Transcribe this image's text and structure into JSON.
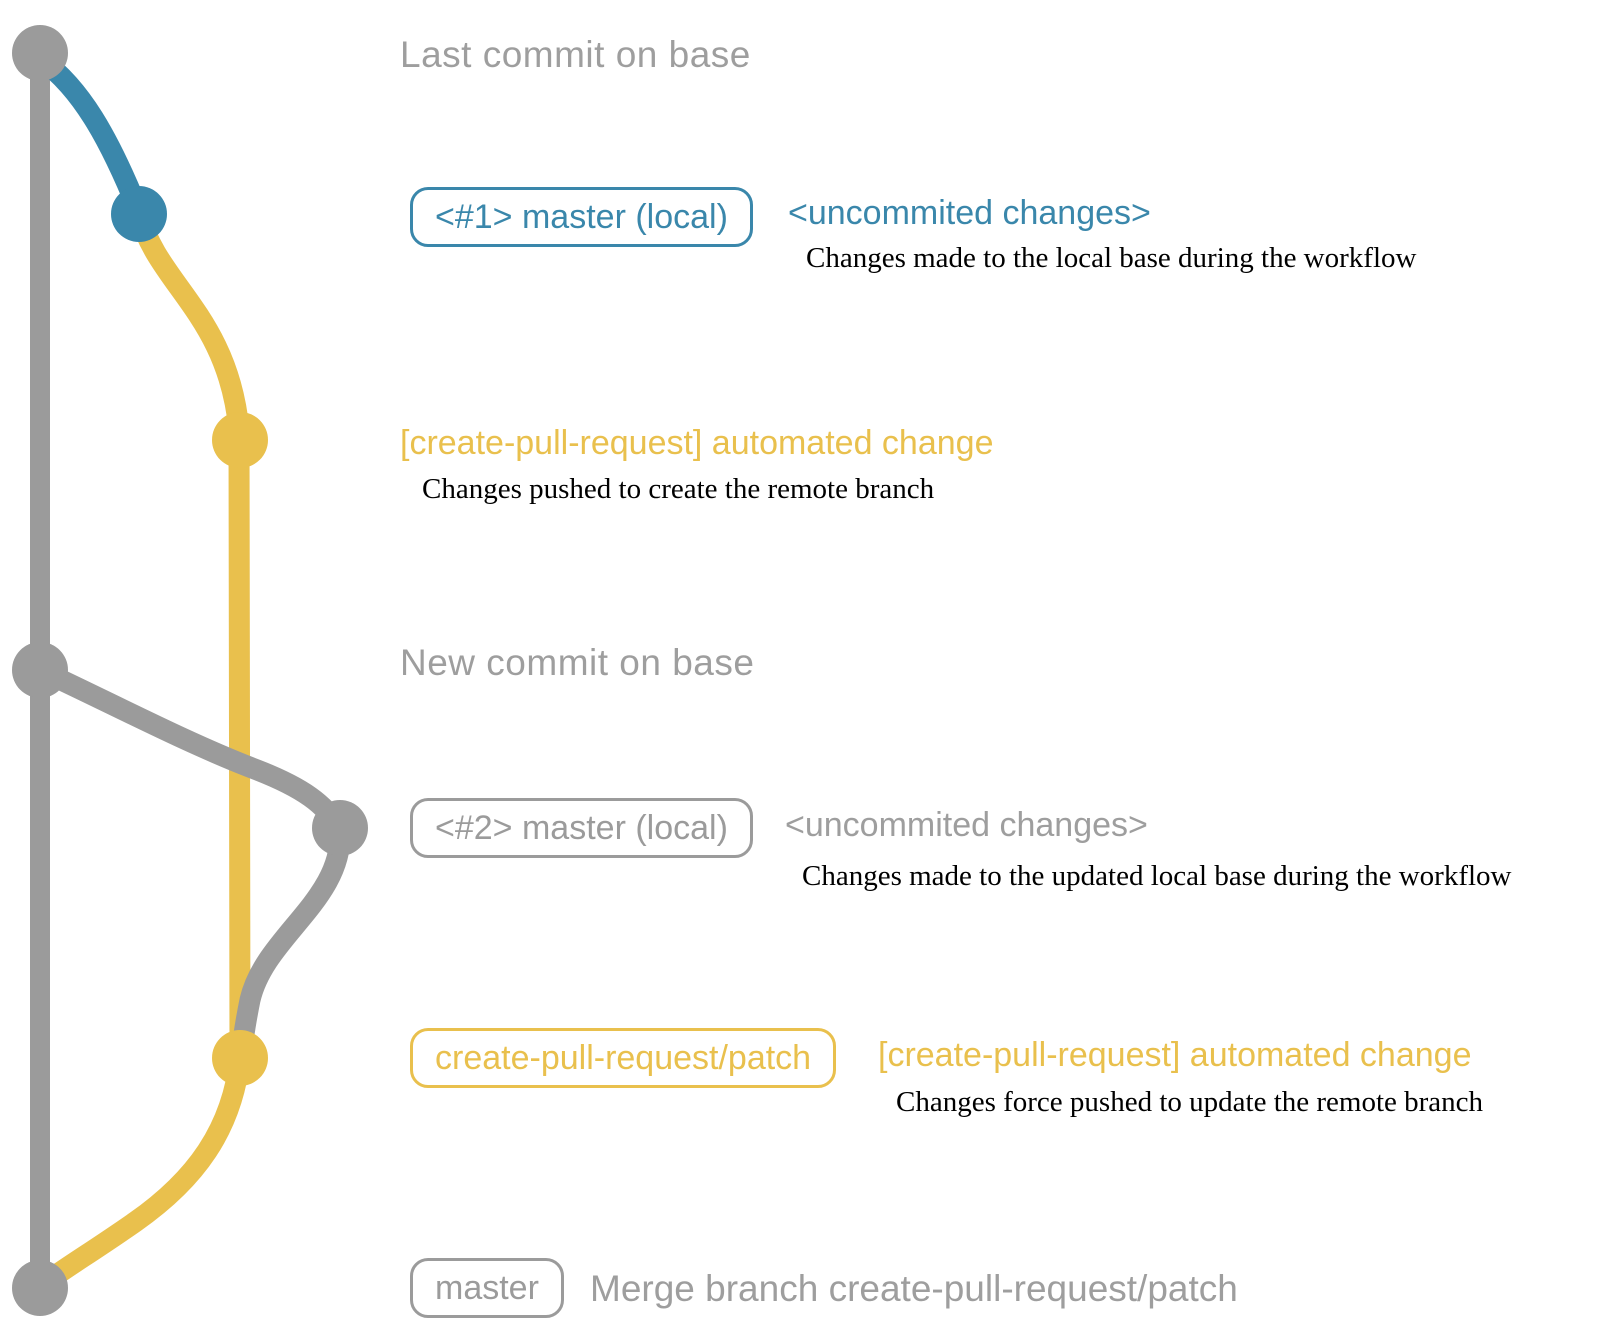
{
  "diagram": {
    "colors": {
      "master_gray": "#9b9b9b",
      "local_blue": "#3a87ab",
      "patch_yellow": "#e9c04d",
      "annotation_gray": "#9e9e9e",
      "description_black": "#000000",
      "background": "#ffffff"
    },
    "branches": [
      {
        "name": "master (base)",
        "color": "#9b9b9b"
      },
      {
        "name": "master (local)",
        "color": "#3a87ab"
      },
      {
        "name": "create-pull-request/patch",
        "color": "#e9c04d"
      }
    ],
    "rows": {
      "last_commit": {
        "label": "Last commit on base"
      },
      "local1": {
        "badge": "<#1> master (local)",
        "title": "<uncommited changes>",
        "description": "Changes made to the local base during the workflow"
      },
      "push1": {
        "title": "[create-pull-request] automated change",
        "description": "Changes pushed to create the remote branch"
      },
      "new_commit": {
        "label": "New commit on base"
      },
      "local2": {
        "badge": "<#2> master (local)",
        "title": "<uncommited changes>",
        "description": "Changes made to the updated local base during the workflow"
      },
      "push2": {
        "badge": "create-pull-request/patch",
        "title": "[create-pull-request] automated change",
        "description": "Changes force pushed to update the remote branch"
      },
      "merge": {
        "badge": "master",
        "title": "Merge branch create-pull-request/patch"
      }
    },
    "commits": [
      {
        "branch": "master (base)",
        "annotation": "Last commit on base"
      },
      {
        "branch": "master (local)",
        "annotation": "<#1> master (local) <uncommited changes>"
      },
      {
        "branch": "create-pull-request/patch",
        "annotation": "[create-pull-request] automated change"
      },
      {
        "branch": "master (base)",
        "annotation": "New commit on base"
      },
      {
        "branch": "master (local)",
        "annotation": "<#2> master (local) <uncommited changes>"
      },
      {
        "branch": "create-pull-request/patch",
        "annotation": "create-pull-request/patch [create-pull-request] automated change"
      },
      {
        "branch": "master (base)",
        "annotation": "master — Merge branch create-pull-request/patch"
      }
    ]
  }
}
